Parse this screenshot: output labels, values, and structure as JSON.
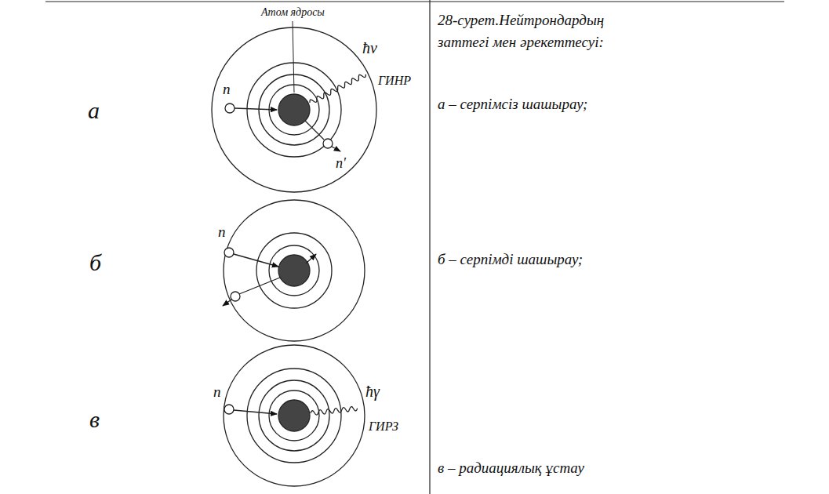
{
  "diagram": {
    "caption": "28-сурет.Нейтрондардың заттегі мен әрекеттесуі:",
    "labels": [
      "Атом ядросы",
      "а",
      "n",
      "ħν",
      "ГИНР",
      "n'",
      "б",
      "n",
      "в",
      "n",
      "ħγ",
      "ГИРЗ",
      "а – серпімсіз шашырау;",
      "б – серпімді шашырау;",
      "в – радиациялық ұстау"
    ]
  }
}
